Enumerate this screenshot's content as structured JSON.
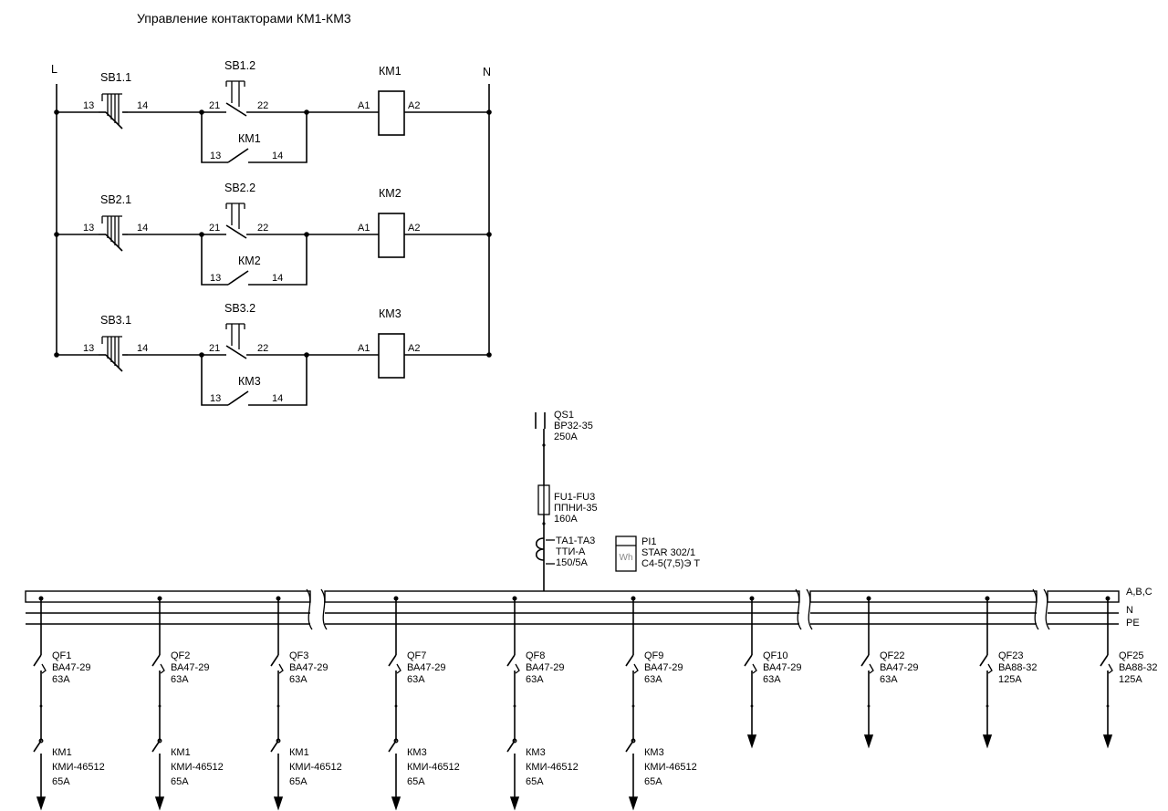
{
  "title": "Управление контакторами КМ1-КМ3",
  "control": {
    "left_rail": "L",
    "right_rail": "N",
    "rungs": [
      {
        "start_button": "SB1.1",
        "stop_button": "SB1.2",
        "coil": "КМ1",
        "hold_contact": "КМ1"
      },
      {
        "start_button": "SB2.1",
        "stop_button": "SB2.2",
        "coil": "КМ2",
        "hold_contact": "КМ2"
      },
      {
        "start_button": "SB3.1",
        "stop_button": "SB3.2",
        "coil": "КМ3",
        "hold_contact": "КМ3"
      }
    ],
    "terminals": {
      "no_a": "13",
      "no_b": "14",
      "nc_a": "21",
      "nc_b": "22",
      "coil_a": "A1",
      "coil_b": "A2"
    }
  },
  "supply": {
    "switch": [
      "QS1",
      "ВР32-35",
      "250А"
    ],
    "fuses": [
      "FU1-FU3",
      "ППНИ-35",
      "160А"
    ],
    "ct": [
      "ТА1-ТА3",
      "ТТИ-А",
      "150/5А"
    ],
    "meter": [
      "PI1",
      "STAR 302/1",
      "C4-5(7,5)Э Т"
    ],
    "meter_symbol": "Wh"
  },
  "bus_labels": [
    "A,B,C",
    "N",
    "PE"
  ],
  "feeders": [
    {
      "breaker": "QF1",
      "type": "ВА47-29",
      "rating": "63А",
      "contactor": "КМ1",
      "contactor_type": "КМИ-46512",
      "contactor_rating": "65А"
    },
    {
      "breaker": "QF2",
      "type": "ВА47-29",
      "rating": "63А",
      "contactor": "КМ1",
      "contactor_type": "КМИ-46512",
      "contactor_rating": "65А"
    },
    {
      "breaker": "QF3",
      "type": "ВА47-29",
      "rating": "63А",
      "contactor": "КМ1",
      "contactor_type": "КМИ-46512",
      "contactor_rating": "65А"
    },
    {
      "breaker": "QF7",
      "type": "ВА47-29",
      "rating": "63А",
      "contactor": "КМ3",
      "contactor_type": "КМИ-46512",
      "contactor_rating": "65А"
    },
    {
      "breaker": "QF8",
      "type": "ВА47-29",
      "rating": "63А",
      "contactor": "КМ3",
      "contactor_type": "КМИ-46512",
      "contactor_rating": "65А"
    },
    {
      "breaker": "QF9",
      "type": "ВА47-29",
      "rating": "63А",
      "contactor": "КМ3",
      "contactor_type": "КМИ-46512",
      "contactor_rating": "65А"
    },
    {
      "breaker": "QF10",
      "type": "ВА47-29",
      "rating": "63А"
    },
    {
      "breaker": "QF22",
      "type": "ВА47-29",
      "rating": "63А"
    },
    {
      "breaker": "QF23",
      "type": "ВА88-32",
      "rating": "125А"
    },
    {
      "breaker": "QF25",
      "type": "ВА88-32",
      "rating": "125А"
    }
  ]
}
